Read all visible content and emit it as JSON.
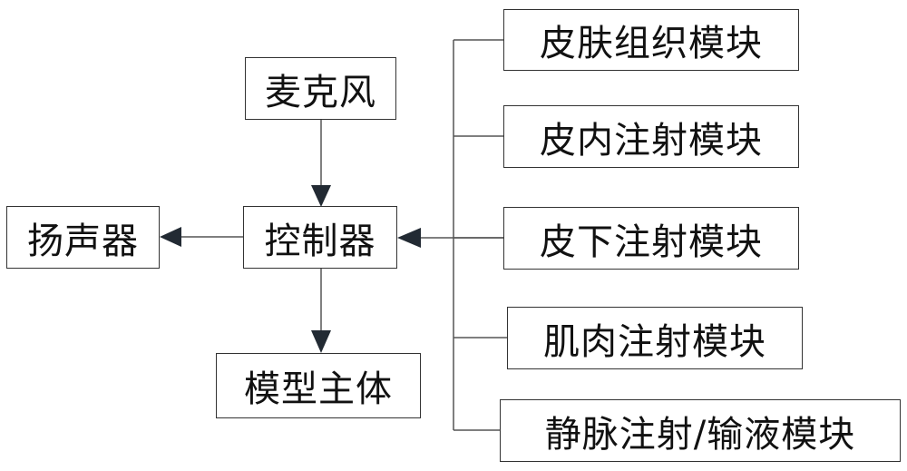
{
  "nodes": {
    "microphone": "麦克风",
    "controller": "控制器",
    "speaker": "扬声器",
    "model_body": "模型主体",
    "modules": [
      "皮肤组织模块",
      "皮内注射模块",
      "皮下注射模块",
      "肌肉注射模块",
      "静脉注射/输液模块"
    ]
  }
}
